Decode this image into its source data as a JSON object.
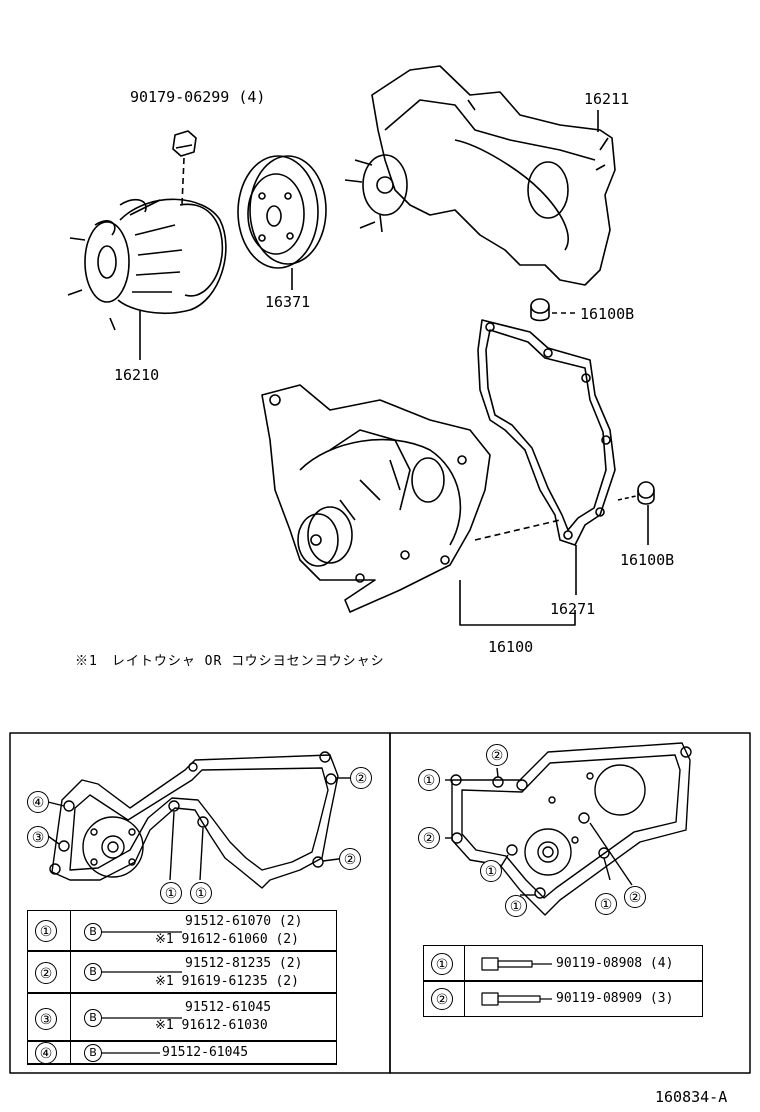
{
  "callouts": {
    "fan_nut": "90179-06299 (4)",
    "fan_coupling": "16210",
    "pulley": "16371",
    "pump_cover": "16211",
    "plug_top": "16100B",
    "plug_right": "16100B",
    "gasket": "16271",
    "pump_assy": "16100"
  },
  "note": "※1　レイトウシャ OR コウシヨセンヨウシャシ",
  "left_table": [
    {
      "mark": "①",
      "icon": "B",
      "part": "91512-61070 (2)",
      "alt": "※1 91612-61060 (2)"
    },
    {
      "mark": "②",
      "icon": "B",
      "part": "91512-81235 (2)",
      "alt": "※1 91619-61235 (2)"
    },
    {
      "mark": "③",
      "icon": "B",
      "part": "91512-61045",
      "alt": "※1 91612-61030"
    },
    {
      "mark": "④",
      "icon": "B",
      "part": "91512-61045",
      "alt": ""
    }
  ],
  "right_table": [
    {
      "mark": "①",
      "part": "90119-08908 (4)"
    },
    {
      "mark": "②",
      "part": "90119-08909 (3)"
    }
  ],
  "left_diagram_marks": [
    "④",
    "③",
    "②",
    "②",
    "①",
    "①"
  ],
  "right_diagram_marks": [
    "②",
    "①",
    "②",
    "①",
    "①",
    "①",
    "②"
  ],
  "figure_id": "160834-A"
}
